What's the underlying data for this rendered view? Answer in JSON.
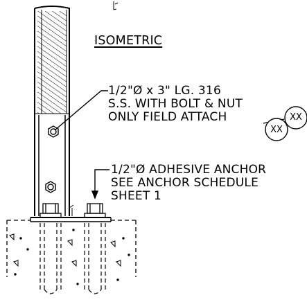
{
  "view_title": "ISOMETRIC",
  "callouts": {
    "bolt_note": [
      "1/2\"Ø x 3\" LG. 316",
      "S.S. WITH BOLT & NUT",
      "ONLY FIELD ATTACH"
    ],
    "anchor_note": [
      "1/2\"Ø ADHESIVE ANCHOR",
      "SEE ANCHOR SCHEDULE",
      "SHEET 1"
    ]
  },
  "tags": [
    "XX",
    "XX"
  ],
  "colors": {
    "line": "#000000",
    "background": "#ffffff"
  }
}
